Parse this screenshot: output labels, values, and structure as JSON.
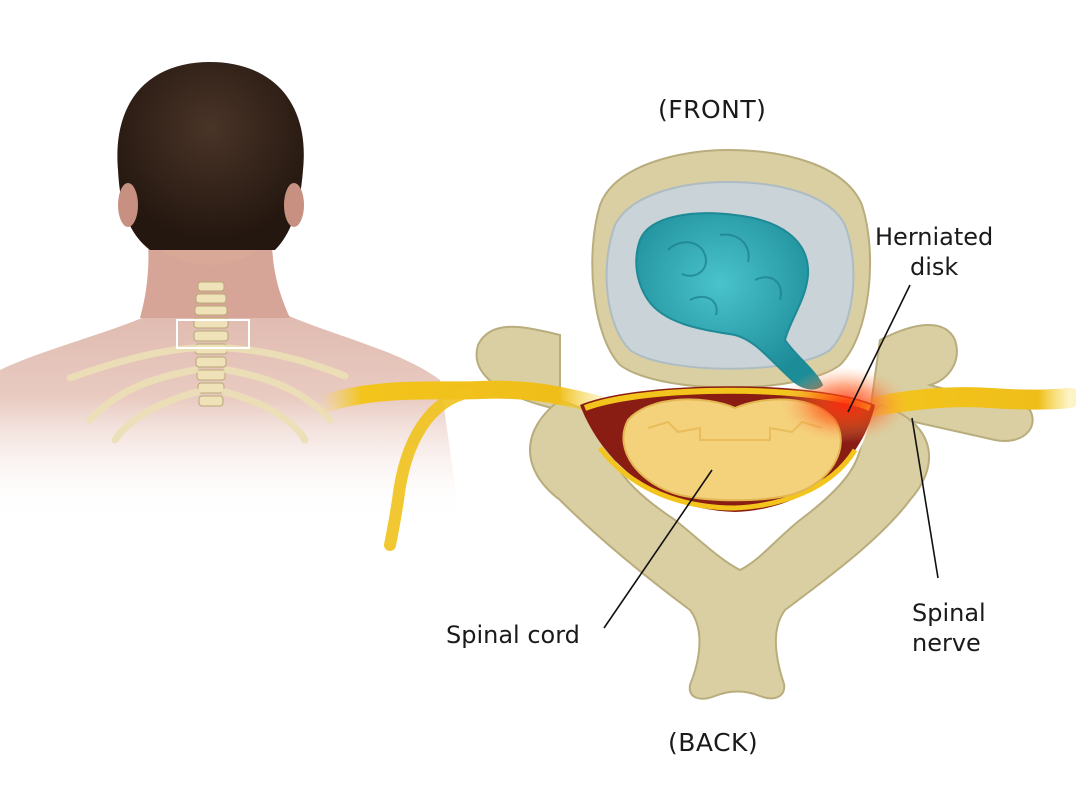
{
  "diagram": {
    "orientation_top": "(FRONT)",
    "orientation_bottom": "(BACK)",
    "labels": {
      "herniated_disk": [
        "Herniated",
        "disk"
      ],
      "spinal_cord": "Spinal cord",
      "spinal_nerve": [
        "Spinal",
        "nerve"
      ]
    },
    "colors": {
      "bone": "#d9cfa2",
      "bone_shadow": "#b9ad7d",
      "disc_ring": "#c9d3d8",
      "nucleus": "#2ea8b4",
      "nerve": "#f1c21b",
      "cord": "#f4d27c",
      "cord_sheath": "#8a1d13",
      "inflammation": "#f03a1a",
      "skin": "#e8c8bd",
      "hair": "#3a2a22"
    }
  }
}
